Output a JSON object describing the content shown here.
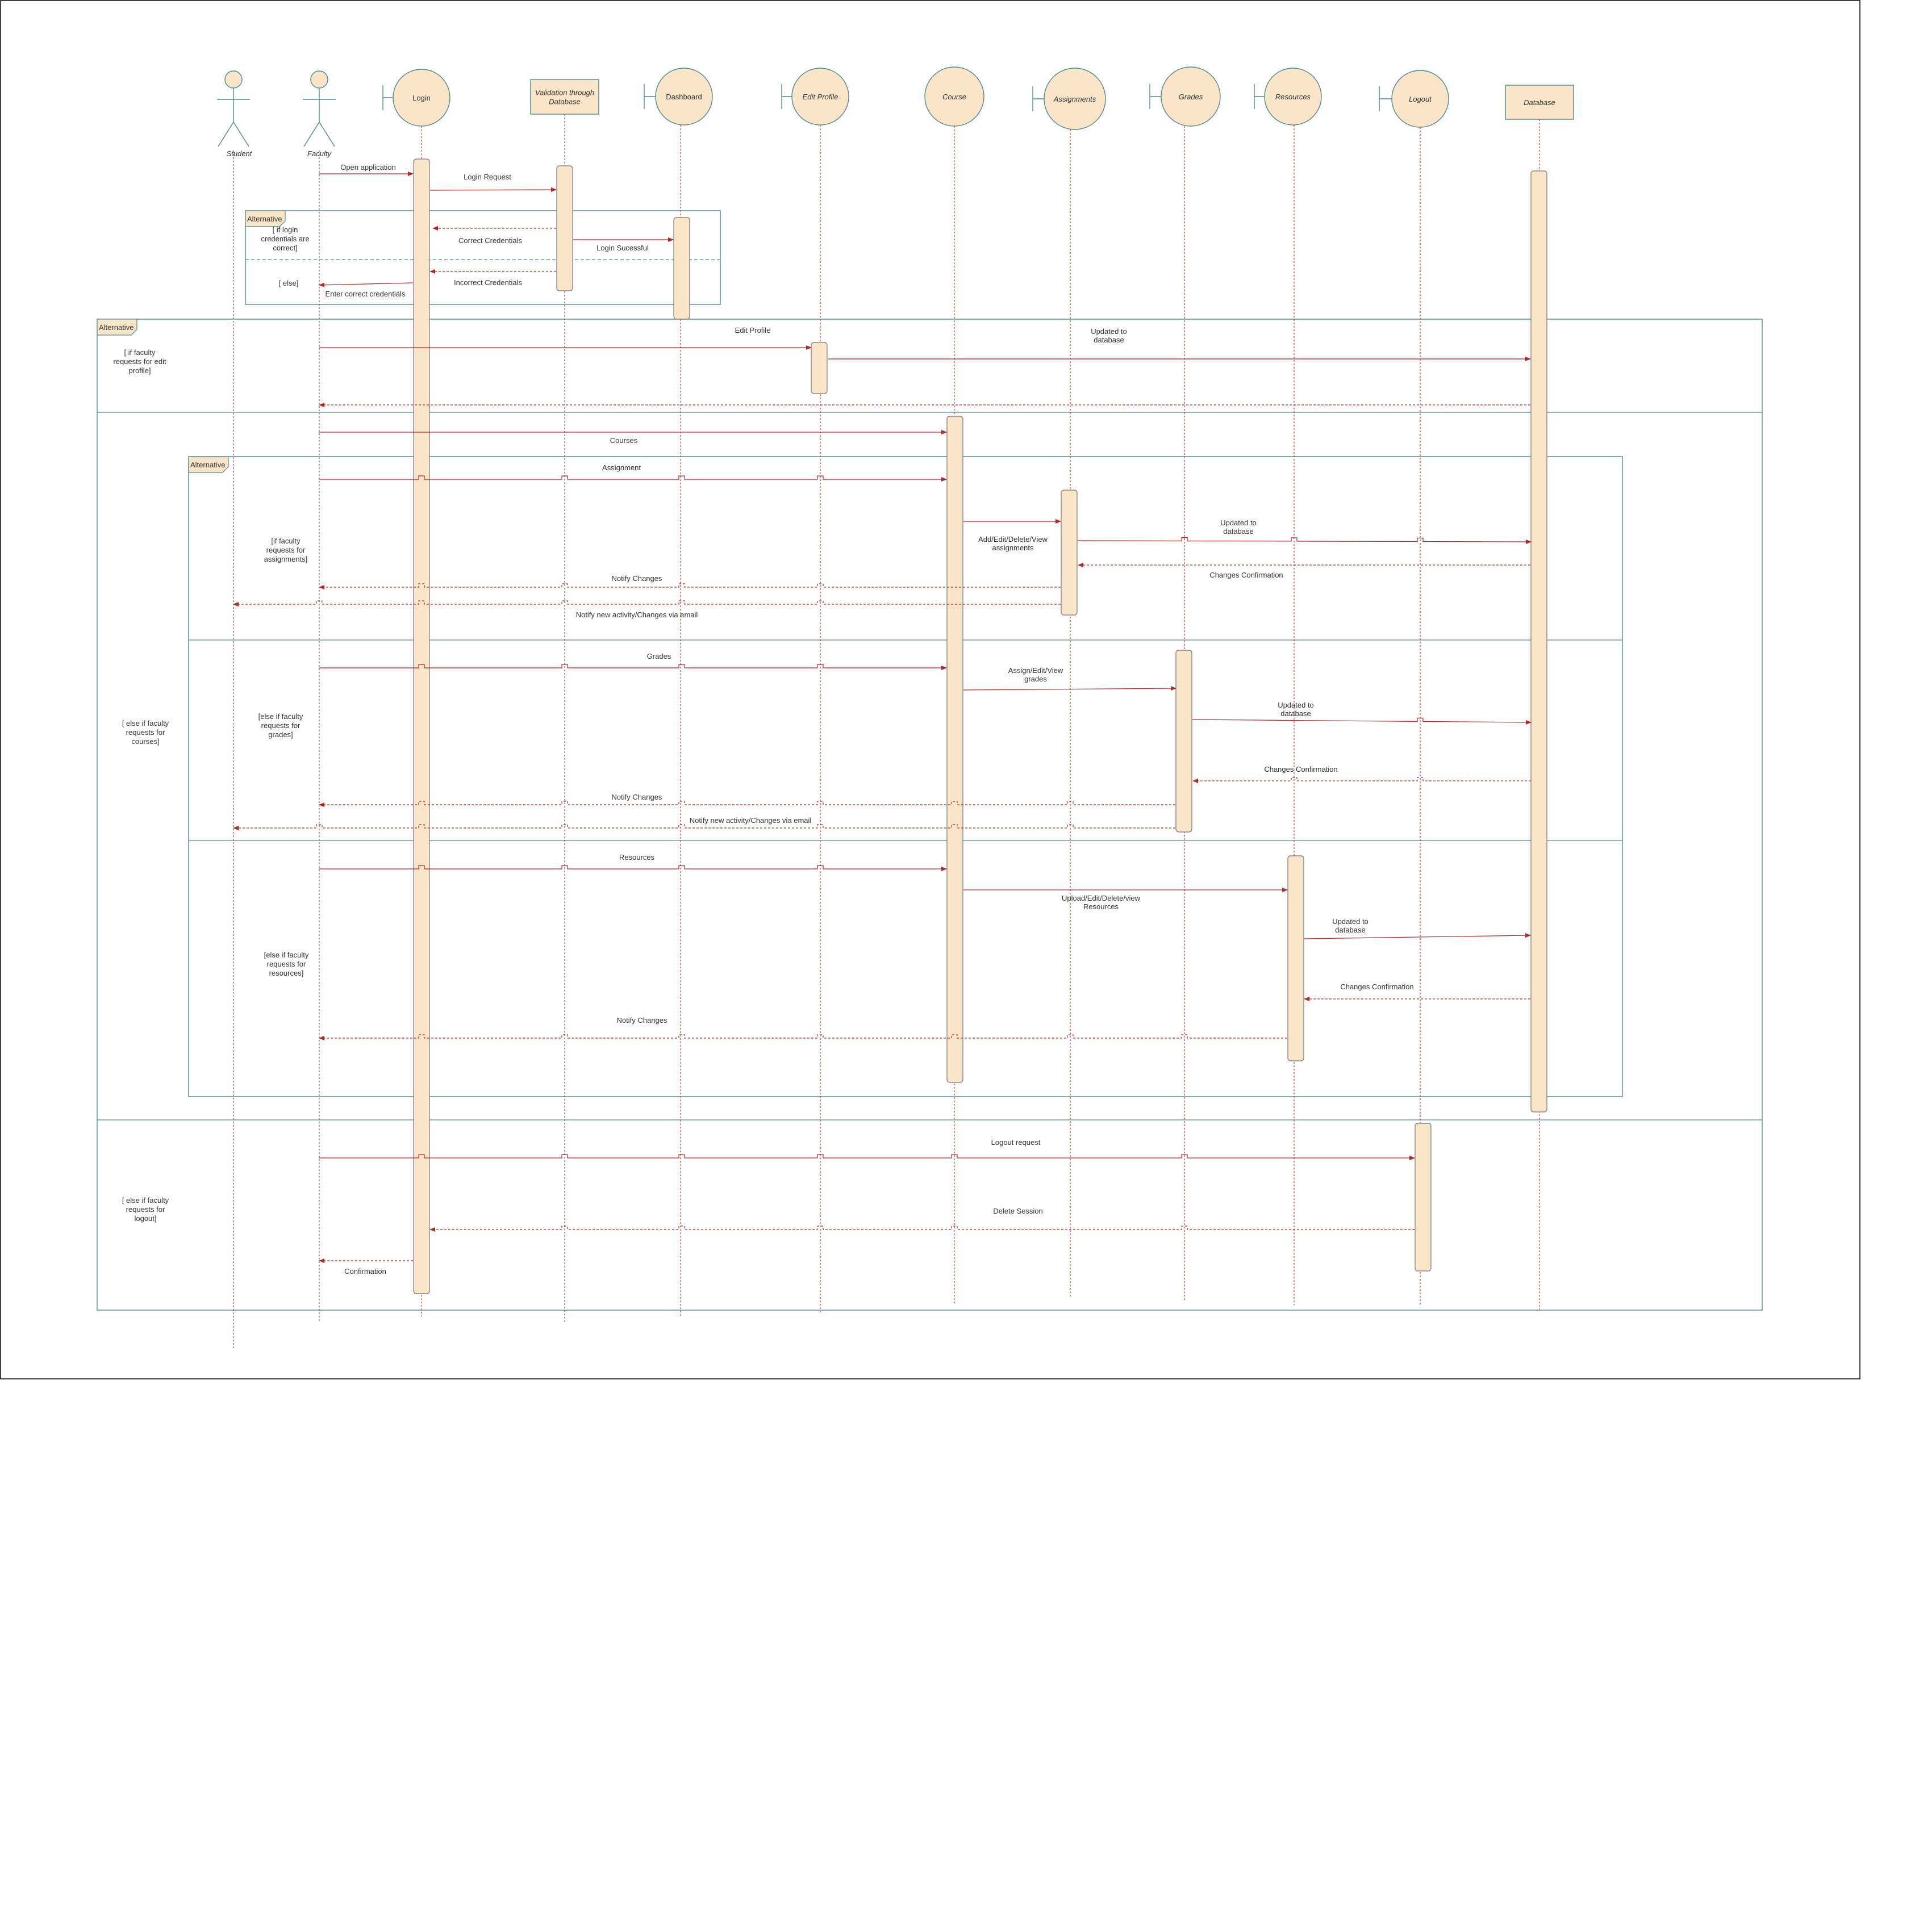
{
  "diagram": {
    "colors": {
      "frame": "#000000",
      "participant_fill": "#fae5c9",
      "participant_stroke": "#4e8a8a",
      "message": "#b02a2a",
      "fragment": "#4e8a8a",
      "text": "#333333"
    },
    "participants": [
      {
        "id": "student",
        "kind": "actor",
        "label": "Student",
        "italic": true
      },
      {
        "id": "faculty",
        "kind": "actor",
        "label": "Faculty",
        "italic": true
      },
      {
        "id": "login",
        "kind": "boundary",
        "label": "Login",
        "italic": false
      },
      {
        "id": "validation",
        "kind": "box",
        "label_lines": [
          "Validation through",
          "Database"
        ],
        "italic": true
      },
      {
        "id": "dashboard",
        "kind": "boundary",
        "label": "Dashboard",
        "italic": false
      },
      {
        "id": "edit_profile",
        "kind": "boundary",
        "label": "Edit Profile",
        "italic": true
      },
      {
        "id": "course",
        "kind": "entity",
        "label": "Course",
        "italic": true
      },
      {
        "id": "assignments",
        "kind": "boundary",
        "label": "Assignments",
        "italic": true
      },
      {
        "id": "grades",
        "kind": "boundary",
        "label": "Grades",
        "italic": true
      },
      {
        "id": "resources",
        "kind": "boundary",
        "label": "Resources",
        "italic": true
      },
      {
        "id": "logout",
        "kind": "boundary",
        "label": "Logout",
        "italic": true
      },
      {
        "id": "database",
        "kind": "box",
        "label_lines": [
          "Database"
        ],
        "italic": true
      }
    ],
    "fragments": [
      {
        "tag": "Alternative",
        "guards": [
          "[ if login\ncredentials are\ncorrect]",
          "[ else]"
        ]
      },
      {
        "tag": "Alternative",
        "guards": [
          "[ if faculty\nrequests for edit\nprofile]",
          "[ else if faculty\nrequests for\ncourses]",
          "[ else if faculty\nrequests for\nlogout]"
        ]
      },
      {
        "tag": "Alternative",
        "guards": [
          "[if faculty\nrequests for\nassignments]",
          "[else if faculty\nrequests for\ngrades]",
          "[else if faculty\nrequests for\nresources]"
        ]
      }
    ],
    "messages": [
      {
        "from": "faculty",
        "to": "login",
        "label": "Open application",
        "type": "sync"
      },
      {
        "from": "login",
        "to": "validation",
        "label": "Login Request",
        "type": "sync"
      },
      {
        "from": "validation",
        "to": "login",
        "label": "Correct Credentials",
        "type": "return"
      },
      {
        "from": "validation",
        "to": "dashboard",
        "label": "Login Sucessful",
        "type": "sync"
      },
      {
        "from": "validation",
        "to": "login",
        "label": "Incorrect Credentials",
        "type": "return"
      },
      {
        "from": "login",
        "to": "faculty",
        "label": "Enter correct credentials",
        "type": "sync"
      },
      {
        "from": "faculty",
        "to": "edit_profile",
        "label": "Edit Profile",
        "type": "sync"
      },
      {
        "from": "edit_profile",
        "to": "database",
        "label": "Updated to\ndatabase",
        "type": "sync"
      },
      {
        "from": "database",
        "to": "faculty",
        "label": "",
        "type": "return"
      },
      {
        "from": "faculty",
        "to": "course",
        "label": "Courses",
        "type": "sync"
      },
      {
        "from": "faculty",
        "to": "course",
        "label": "Assignment",
        "type": "sync"
      },
      {
        "from": "course",
        "to": "assignments",
        "label": "Add/Edit/Delete/View\nassignments",
        "type": "sync"
      },
      {
        "from": "assignments",
        "to": "database",
        "label": "Updated to\ndatabase",
        "type": "sync"
      },
      {
        "from": "database",
        "to": "assignments",
        "label": "Changes Confirmation",
        "type": "return"
      },
      {
        "from": "assignments",
        "to": "faculty",
        "label": "Notify Changes",
        "type": "return"
      },
      {
        "from": "assignments",
        "to": "student",
        "label": "Notify new activity/Changes via email",
        "type": "return"
      },
      {
        "from": "faculty",
        "to": "course",
        "label": "Grades",
        "type": "sync"
      },
      {
        "from": "course",
        "to": "grades",
        "label": "Assign/Edit/View\ngrades",
        "type": "sync"
      },
      {
        "from": "grades",
        "to": "database",
        "label": "Updated to\ndatabase",
        "type": "sync"
      },
      {
        "from": "database",
        "to": "grades",
        "label": "Changes Confirmation",
        "type": "return"
      },
      {
        "from": "grades",
        "to": "faculty",
        "label": "Notify Changes",
        "type": "return"
      },
      {
        "from": "grades",
        "to": "student",
        "label": "Notify new activity/Changes via email",
        "type": "return"
      },
      {
        "from": "faculty",
        "to": "course",
        "label": "Resources",
        "type": "sync"
      },
      {
        "from": "course",
        "to": "resources",
        "label": "Upload/Edit/Delete/view\nResources",
        "type": "sync"
      },
      {
        "from": "resources",
        "to": "database",
        "label": "Updated to\ndatabase",
        "type": "sync"
      },
      {
        "from": "database",
        "to": "resources",
        "label": "Changes Confirmation",
        "type": "return"
      },
      {
        "from": "resources",
        "to": "faculty",
        "label": "Notify Changes",
        "type": "return"
      },
      {
        "from": "faculty",
        "to": "logout",
        "label": "Logout request",
        "type": "sync"
      },
      {
        "from": "logout",
        "to": "login",
        "label": "Delete Session",
        "type": "return"
      },
      {
        "from": "login",
        "to": "faculty",
        "label": "Confirmation",
        "type": "return"
      }
    ]
  }
}
